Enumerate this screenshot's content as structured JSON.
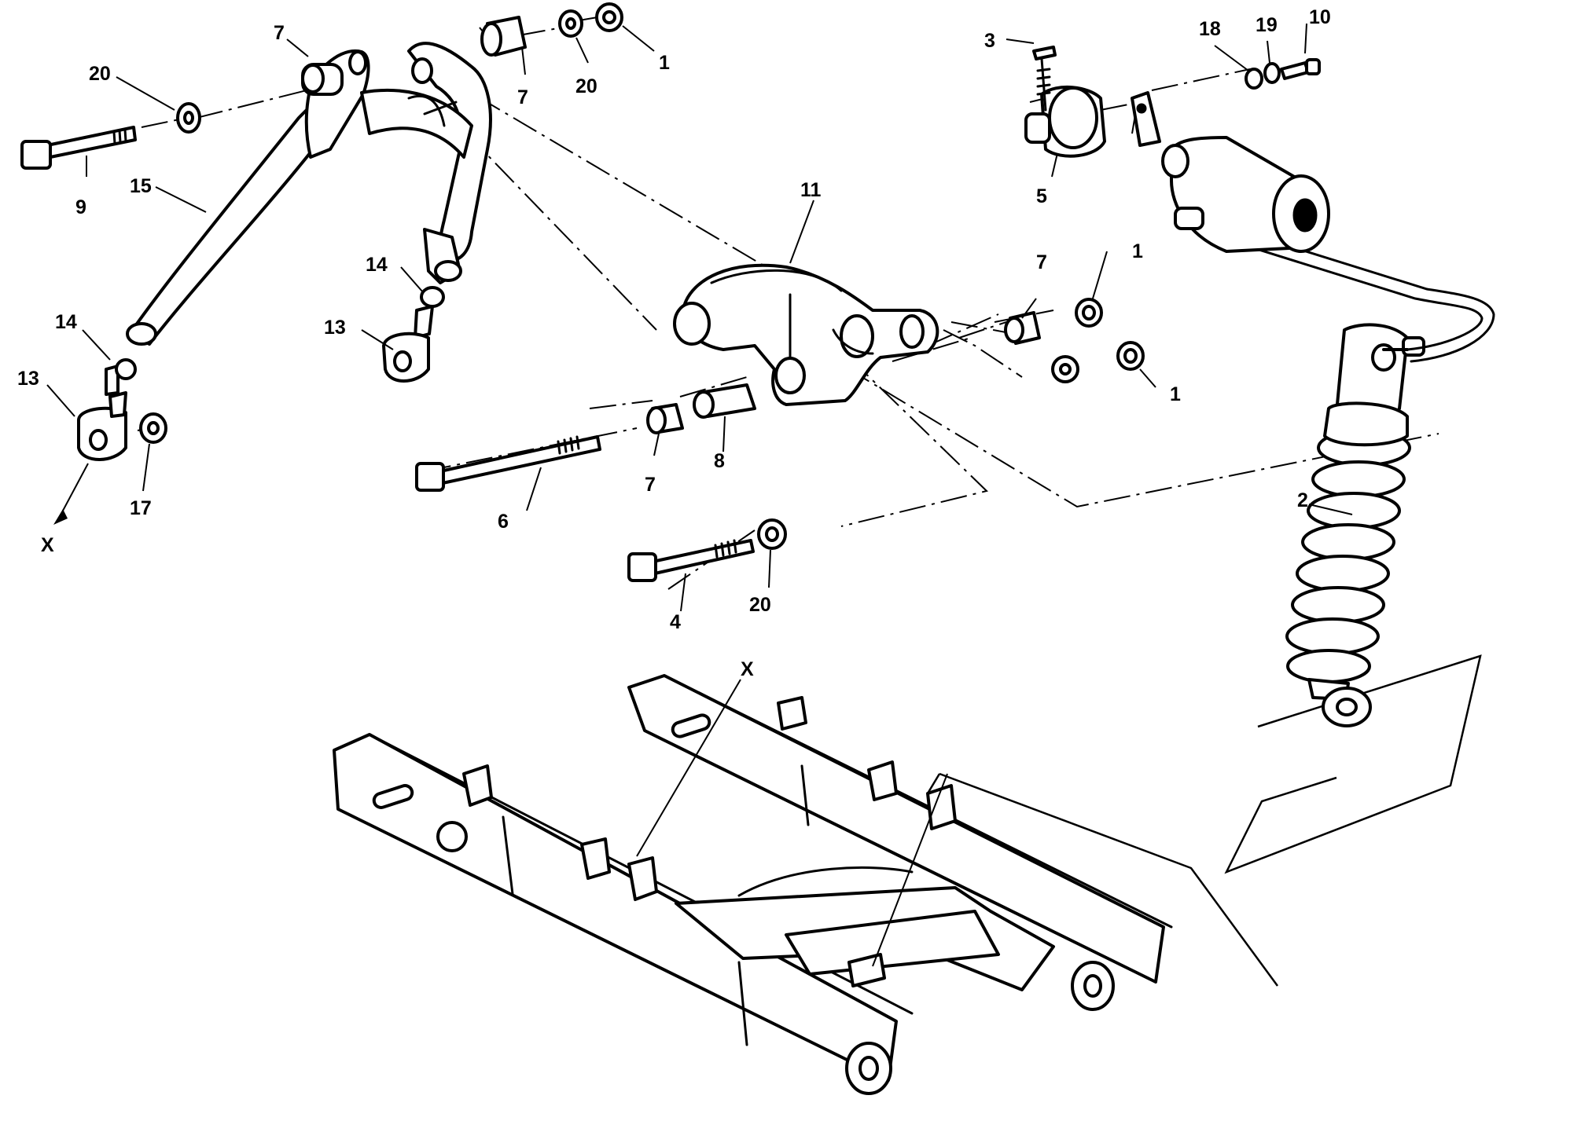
{
  "colors": {
    "ink": "#000000",
    "paper": "#ffffff"
  },
  "callouts": {
    "c1_top": "1",
    "c1_right_upper": "1",
    "c1_right_lower": "1",
    "c2": "2",
    "c3": "3",
    "c4": "4",
    "c5": "5",
    "c6": "6",
    "c7_left": "7",
    "c7_top": "7",
    "c7_right": "7",
    "c7_mid": "7",
    "c8": "8",
    "c9": "9",
    "c10": "10",
    "c11": "11",
    "c13_left": "13",
    "c13_mid": "13",
    "c14_left": "14",
    "c14_mid": "14",
    "c15": "15",
    "c17": "17",
    "c18": "18",
    "c19": "19",
    "c20_left": "20",
    "c20_top": "20",
    "c20_bottom": "20",
    "x_left": "X",
    "x_swingarm": "X"
  }
}
